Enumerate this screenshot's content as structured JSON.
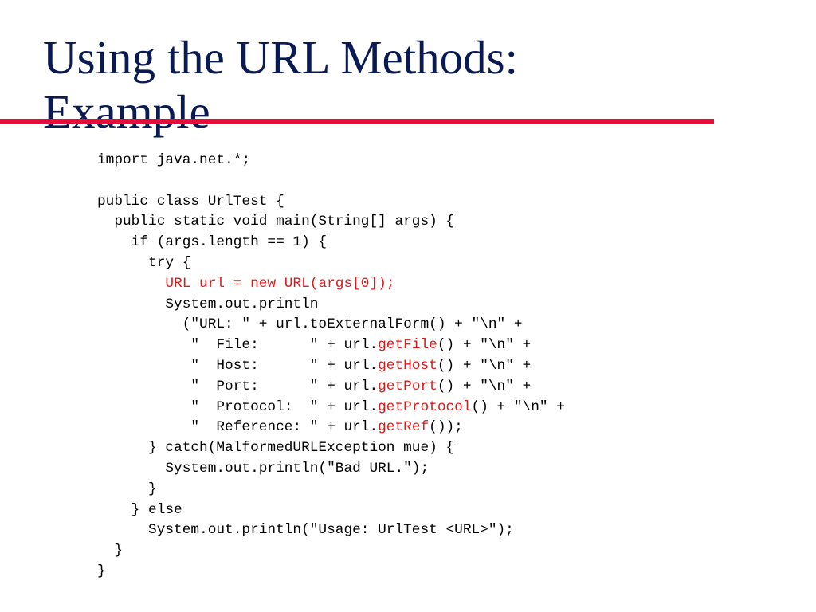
{
  "slide": {
    "title_line1": "Using the URL Methods:",
    "title_line2": "Example",
    "colors": {
      "title": "#0a1a52",
      "divider": "#e0103a",
      "highlight": "#e01818",
      "code": "#000000"
    }
  },
  "code": {
    "lines": [
      [
        {
          "t": "import java.net.*;"
        }
      ],
      [
        {
          "t": ""
        }
      ],
      [
        {
          "t": "public class UrlTest {"
        }
      ],
      [
        {
          "t": "  public static void main(String[] args) {"
        }
      ],
      [
        {
          "t": "    if (args.length == 1) {"
        }
      ],
      [
        {
          "t": "      try {"
        }
      ],
      [
        {
          "t": "        "
        },
        {
          "t": "URL url = new URL(args[0]);",
          "hl": true
        }
      ],
      [
        {
          "t": "        System.out.println"
        }
      ],
      [
        {
          "t": "          (\"URL: \" + url.toExternalForm() + \"\\n\" +"
        }
      ],
      [
        {
          "t": "           \"  File:      \" + url."
        },
        {
          "t": "getFile",
          "hl": true
        },
        {
          "t": "() + \"\\n\" +"
        }
      ],
      [
        {
          "t": "           \"  Host:      \" + url."
        },
        {
          "t": "getHost",
          "hl": true
        },
        {
          "t": "() + \"\\n\" +"
        }
      ],
      [
        {
          "t": "           \"  Port:      \" + url."
        },
        {
          "t": "getPort",
          "hl": true
        },
        {
          "t": "() + \"\\n\" +"
        }
      ],
      [
        {
          "t": "           \"  Protocol:  \" + url."
        },
        {
          "t": "getProtocol",
          "hl": true
        },
        {
          "t": "() + \"\\n\" +"
        }
      ],
      [
        {
          "t": "           \"  Reference: \" + url."
        },
        {
          "t": "getRef",
          "hl": true
        },
        {
          "t": "());"
        }
      ],
      [
        {
          "t": "      } catch(MalformedURLException mue) {"
        }
      ],
      [
        {
          "t": "        System.out.println(\"Bad URL.\");"
        }
      ],
      [
        {
          "t": "      }"
        }
      ],
      [
        {
          "t": "    } else"
        }
      ],
      [
        {
          "t": "      System.out.println(\"Usage: UrlTest <URL>\");"
        }
      ],
      [
        {
          "t": "  }"
        }
      ],
      [
        {
          "t": "}"
        }
      ]
    ]
  }
}
